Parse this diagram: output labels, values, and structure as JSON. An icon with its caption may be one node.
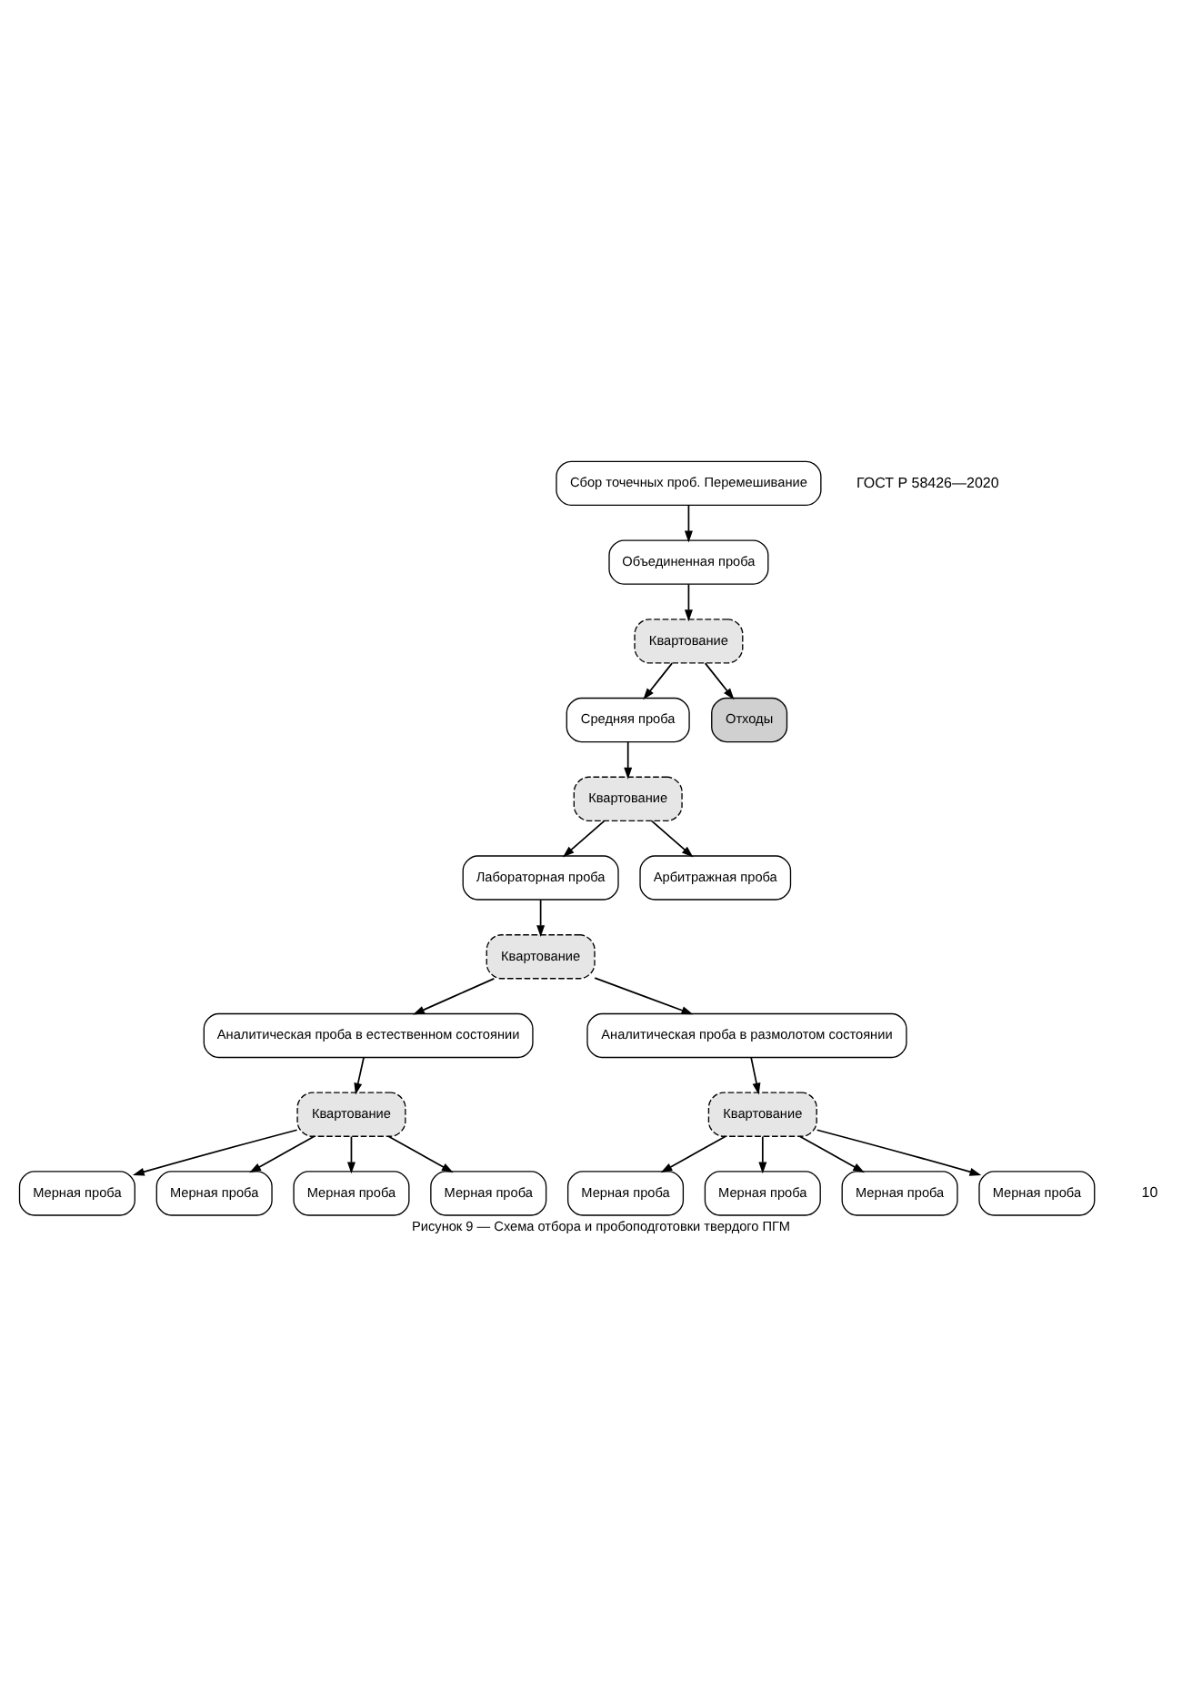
{
  "diagram": {
    "caption": "Рисунок 9 — Схема отбора и пробоподготовки твердого ПГМ",
    "nodes": [
      {
        "text": [
          "Сбор точечных проб. Перемешивание"
        ]
      },
      {
        "text": [
          "Объединенная проба"
        ]
      },
      {
        "text": [
          "Квартование"
        ]
      },
      {
        "text": [
          "Средняя проба"
        ]
      },
      {
        "text": [
          "Отходы"
        ]
      },
      {
        "text": [
          "Квартование"
        ]
      },
      {
        "text": [
          "Лабораторная проба"
        ]
      },
      {
        "text": [
          "Арбитражная проба"
        ]
      },
      {
        "text": [
          "Квартование"
        ]
      },
      {
        "text": [
          "Аналитическая проба в естественном состоянии"
        ]
      },
      {
        "text": [
          "Аналитическая проба в размолотом состоянии"
        ]
      },
      {
        "text": [
          "Квартование"
        ]
      },
      {
        "text": [
          "Квартование"
        ]
      },
      {
        "text": [
          "Мерная проба"
        ]
      },
      {
        "text": [
          "Мерная проба"
        ]
      },
      {
        "text": [
          "Мерная проба"
        ]
      },
      {
        "text": [
          "Мерная проба"
        ]
      },
      {
        "text": [
          "Мерная проба"
        ]
      },
      {
        "text": [
          "Мерная проба"
        ]
      },
      {
        "text": [
          "Мерная проба"
        ]
      },
      {
        "text": [
          "Мерная проба"
        ]
      }
    ],
    "edges": [
      {
        "from": 0,
        "to": 1,
        "arrow": "to"
      },
      {
        "from": 1,
        "to": 2,
        "arrow": "to"
      },
      {
        "from": 2,
        "to": 3,
        "arrow": "to"
      },
      {
        "from": 2,
        "to": 4,
        "arrow": "to"
      },
      {
        "from": 3,
        "to": 5,
        "arrow": "to"
      },
      {
        "from": 5,
        "to": 6,
        "arrow": "to"
      },
      {
        "from": 5,
        "to": 7,
        "arrow": "to"
      },
      {
        "from": 6,
        "to": 8,
        "arrow": "to"
      },
      {
        "from": 8,
        "to": 9,
        "arrow": "to"
      },
      {
        "from": 8,
        "to": 10,
        "arrow": "to"
      },
      {
        "from": 9,
        "to": 11,
        "arrow": "to"
      },
      {
        "from": 10,
        "to": 12,
        "arrow": "to"
      },
      {
        "from": 11,
        "to": 13,
        "arrow": "to"
      },
      {
        "from": 11,
        "to": 14,
        "arrow": "to"
      },
      {
        "from": 11,
        "to": 15,
        "arrow": "to"
      },
      {
        "from": 11,
        "to": 16,
        "arrow": "to"
      },
      {
        "from": 12,
        "to": 17,
        "arrow": "to"
      },
      {
        "from": 12,
        "to": 18,
        "arrow": "to"
      },
      {
        "from": 12,
        "to": 19,
        "arrow": "to"
      },
      {
        "from": 12,
        "to": 20,
        "arrow": "to"
      }
    ],
    "labels": [
      "ГОСТ Р 58426—2020",
      "10"
    ]
  }
}
